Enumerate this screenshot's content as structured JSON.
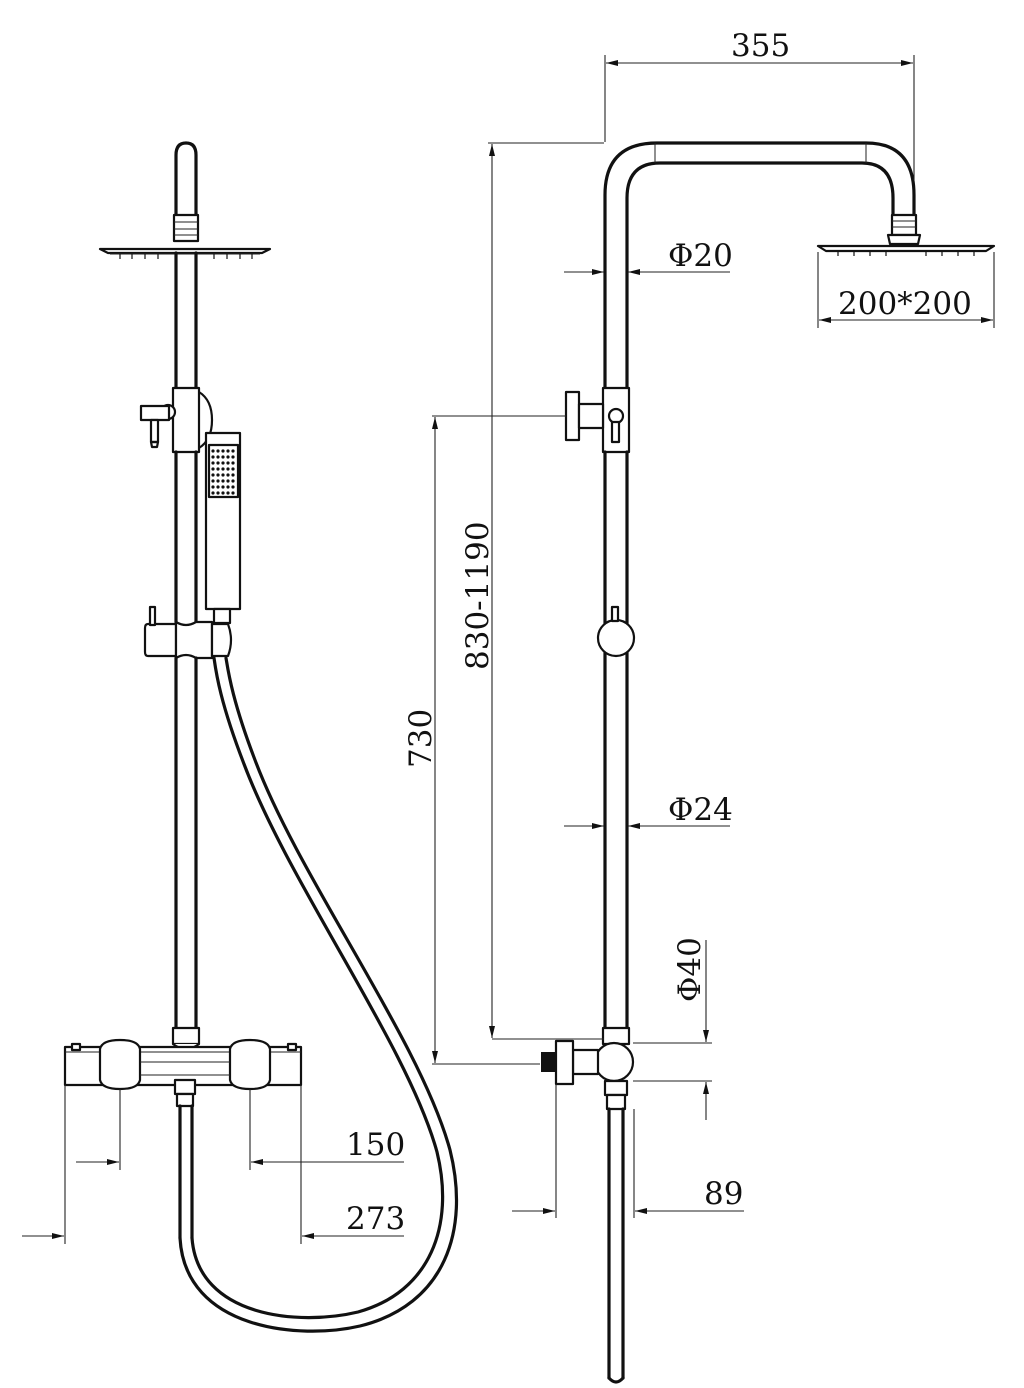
{
  "drawing": {
    "dimensions": {
      "overall_width": "355",
      "arm_diameter": "Φ20",
      "head_size": "200*200",
      "height_range": "830-1190",
      "mixer_height": "730",
      "riser_diameter": "Φ24",
      "valve_diameter": "Φ40",
      "inlet_centers": "150",
      "mixer_width": "273",
      "wall_offset": "89"
    }
  }
}
